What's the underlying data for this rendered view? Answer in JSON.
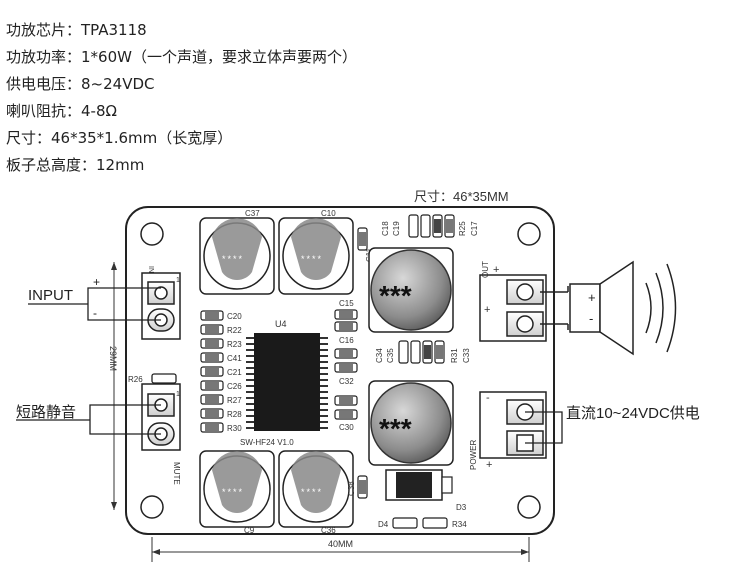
{
  "specs": [
    "功放芯片：TPA3118",
    "功放功率：1*60W（一个声道，要求立体声要两个）",
    "供电电压：8~24VDC",
    "喇叭阻抗：4-8Ω",
    "尺寸：46*35*1.6mm（长宽厚）",
    "板子总高度：12mm"
  ],
  "board": {
    "size_label": "尺寸：46*35MM",
    "width_label": "40MM",
    "height_label": "29MM",
    "model_label": "SW-HF24 V1.0",
    "chip_label": "U4",
    "inductor_mark": "***",
    "out_label": "OUT",
    "power_label": "POWER",
    "mute_label": "MUTE",
    "in_label": "IN",
    "plus": "+",
    "minus": "-",
    "pin_one": "1",
    "caps_top": [
      "C37",
      "C10"
    ],
    "caps_bottom": [
      "C9",
      "C36"
    ],
    "top_small": [
      "C11",
      "C18",
      "C19",
      "R25",
      "C17"
    ],
    "left_parts": [
      "C20",
      "R22",
      "R23",
      "C41",
      "C21",
      "C26",
      "R27",
      "R28",
      "R30"
    ],
    "right_parts": [
      "C15",
      "C16",
      "C32",
      "C30"
    ],
    "mid_parts": [
      "C34",
      "C35",
      "R31",
      "C33"
    ],
    "misc": [
      "R26",
      "C38",
      "D3",
      "D4",
      "R34"
    ]
  },
  "callouts": {
    "input": "INPUT",
    "mute": "短路静音",
    "power": "直流10~24VDC供电"
  }
}
